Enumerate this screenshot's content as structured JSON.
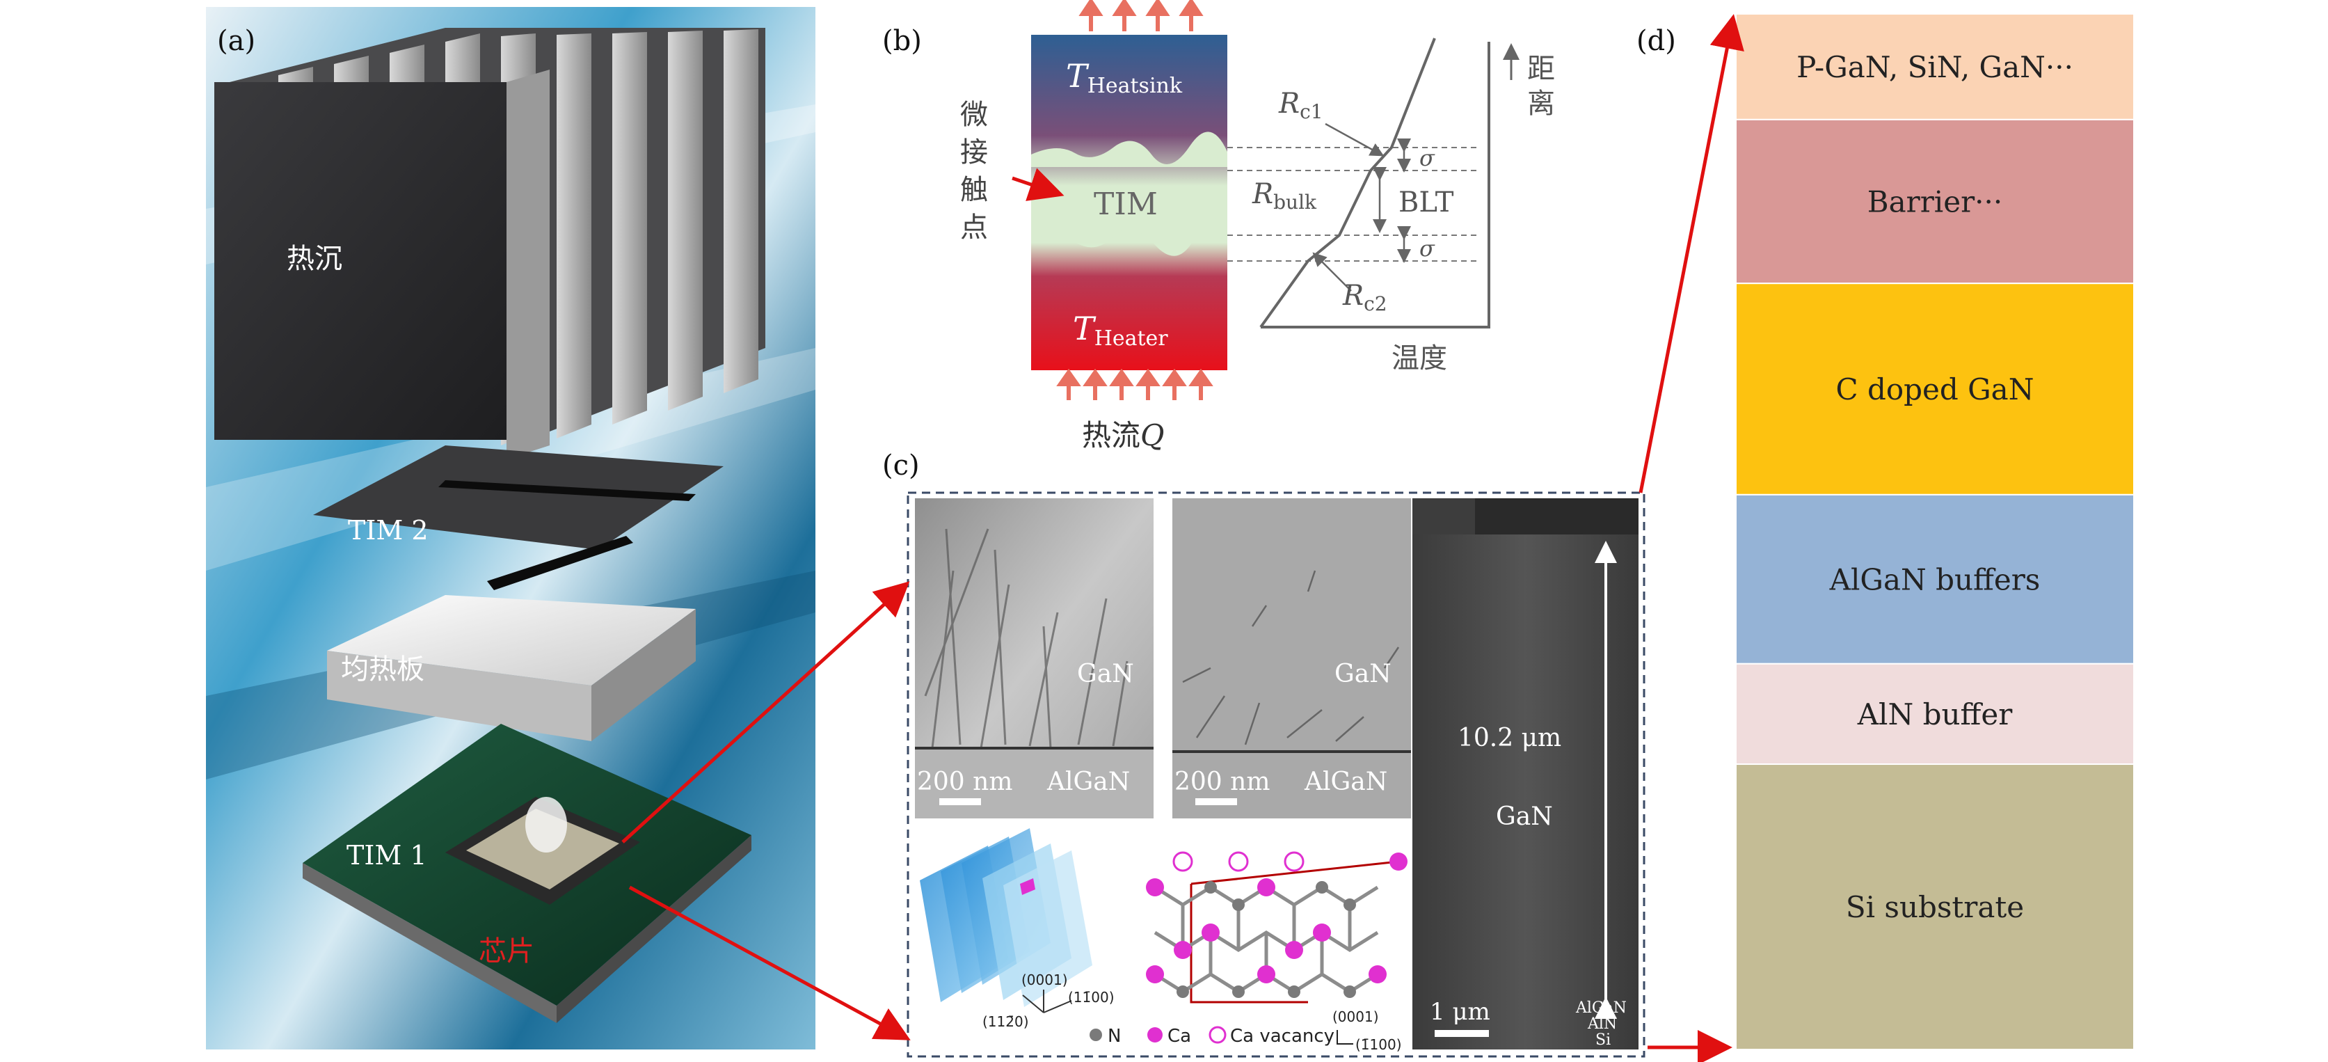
{
  "panel_a": {
    "label": "(a)",
    "heatsink": "热沉",
    "tim2": "TIM 2",
    "spreader": "均热板",
    "tim1": "TIM 1",
    "chip": "芯片",
    "colors": {
      "background": "#1f7fae",
      "heatsink": "#2b2b2d",
      "chip": "#0f3b28",
      "chip_label": "#e02020"
    }
  },
  "panel_b": {
    "label": "(b)",
    "t_heatsink_sym": "T",
    "t_heatsink_sub": "Heatsink",
    "tim": "TIM",
    "t_heater_sym": "T",
    "t_heater_sub": "Heater",
    "micro_contact": [
      "微",
      "接",
      "触",
      "点"
    ],
    "rc1_sym": "R",
    "rc1_sub": "c1",
    "rbulk_sym": "R",
    "rbulk_sub": "bulk",
    "rc2_sym": "R",
    "rc2_sub": "c2",
    "sigma_top": "σ",
    "sigma_bottom": "σ",
    "blt": "BLT",
    "distance": [
      "距",
      "离"
    ],
    "temperature": "温度",
    "heat_flow_text": "热流",
    "heat_flow_sym": "Q",
    "colors": {
      "heatsink": "#3a5f8f",
      "heater": "#e0101a",
      "tim": "#d9ecd0",
      "arrow": "#e87060"
    }
  },
  "panel_c": {
    "label": "(c)",
    "tem1": {
      "gan": "GaN",
      "scale": "200 nm",
      "algan": "AlGaN"
    },
    "tem2": {
      "gan": "GaN",
      "scale": "200 nm",
      "algan": "AlGaN"
    },
    "sem": {
      "thickness": "10.2 μm",
      "gan": "GaN",
      "scale": "1 μm",
      "layers": [
        "AlGaN",
        "AlN",
        "Si"
      ]
    },
    "planes": {
      "p1": "(112̄0)",
      "p2": "(0001)",
      "p3": "(11̄00)"
    },
    "lattice": {
      "n": "N",
      "ca": "Ca",
      "vac": "Ca vacancy",
      "d1": "(0001)",
      "d2": "(1̄100)"
    }
  },
  "panel_d": {
    "label": "(d)",
    "layers": [
      {
        "name": "P-GaN, SiN, GaN···",
        "color": "#fbd3b4",
        "thickness": 1
      },
      {
        "name": "Barrier···",
        "color": "#d99896",
        "thickness": 1.55
      },
      {
        "name": "C doped GaN",
        "color": "#fdc210",
        "thickness": 2
      },
      {
        "name": "AlGaN buffers",
        "color": "#95b3d6",
        "thickness": 1.6
      },
      {
        "name": "AlN buffer",
        "color": "#f0dcdc",
        "thickness": 0.95
      },
      {
        "name": "Si substrate",
        "color": "#c4bc95",
        "thickness": 2.7
      }
    ]
  }
}
